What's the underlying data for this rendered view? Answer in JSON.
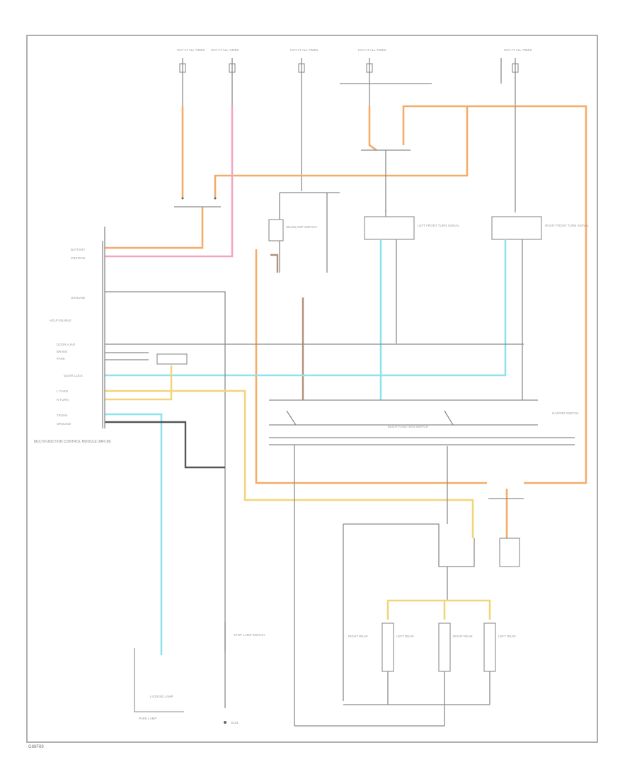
{
  "diagram": {
    "code": "G88F89",
    "frame": "wiring-diagram",
    "fuse_labels": [
      "HOT AT ALL TIMES",
      "HOT AT ALL TIMES",
      "HOT AT ALL TIMES",
      "HOT AT ALL TIMES",
      "HOT AT ALL TIMES"
    ],
    "module_label": "MULTIFUNCTION CONTROL MODULE (MFCM)",
    "headlamp_label": "HEADLAMP SWITCH",
    "turn_label": "MULTI-FUNCTION SWITCH",
    "hazard_label": "HAZARD SWITCH",
    "left_front_label": "LEFT FRONT TURN SIGNAL",
    "right_front_label": "RIGHT FRONT TURN SIGNAL",
    "rear_lamp_labels": [
      "LEFT REAR",
      "RIGHT REAR",
      "LEFT REAR",
      "RIGHT REAR"
    ],
    "license_label": "LICENSE LAMP",
    "ground_label": "G101",
    "stop_label": "STOP LAMP SWITCH",
    "park_label": "PARK LAMP",
    "module_pins": [
      "BATTERY",
      "IGNITION",
      "",
      "GROUND",
      "HDLP ENABLE",
      "",
      "DOOR AJAR",
      "BRAKE",
      "PARK",
      "DOOR LOCK",
      "L TURN",
      "R TURN",
      "TRUNK",
      "GROUND"
    ]
  }
}
